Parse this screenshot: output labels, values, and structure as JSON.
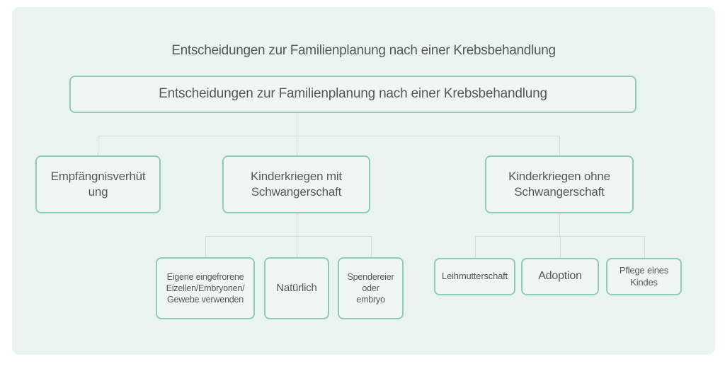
{
  "diagram": {
    "heading": "Entscheidungen zur Familienplanung nach einer Krebsbehandlung",
    "root": {
      "label": "Entscheidungen zur Familienplanung nach einer Krebsbehandlung"
    },
    "level2": [
      {
        "label": "Empfängnisverhüt\nung"
      },
      {
        "label": "Kinderkriegen mit\nSchwangerschaft"
      },
      {
        "label": "Kinderkriegen ohne\nSchwangerschaft"
      }
    ],
    "level3_mit_schwangerschaft": [
      {
        "label": "Eigene eingefrorene\nEizellen/Embryonen/\nGewebe verwenden"
      },
      {
        "label": "Natürlich"
      },
      {
        "label": "Spendereier\noder\nembryo"
      }
    ],
    "level3_ohne_schwangerschaft": [
      {
        "label": "Leihmutterschaft"
      },
      {
        "label": "Adoption"
      },
      {
        "label": "Pflege eines\nKindes"
      }
    ],
    "palette": {
      "canvas_background": "#ffffff",
      "card_background": "#eaf4ef",
      "node_fill": "#f0f7f3",
      "node_border": "#8fccb3",
      "connector_line": "#d5dad7",
      "text": "#55585a"
    }
  }
}
